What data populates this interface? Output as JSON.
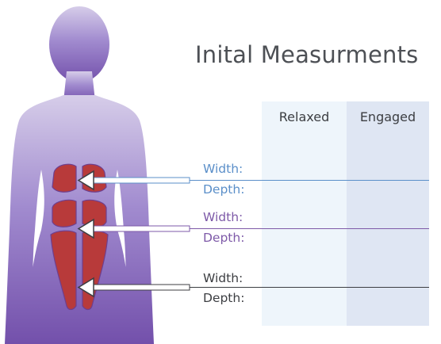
{
  "title": "Inital Measurments",
  "columns": {
    "relaxed": "Relaxed",
    "engaged": "Engaged"
  },
  "rows": [
    {
      "width_label": "Width:",
      "depth_label": "Depth:",
      "color": "#5b8fc9"
    },
    {
      "width_label": "Width:",
      "depth_label": "Depth:",
      "color": "#7e5aa8"
    },
    {
      "width_label": "Width:",
      "depth_label": "Depth:",
      "color": "#3c3e42"
    }
  ],
  "colors": {
    "body_top": "#c9bde3",
    "body_bottom": "#7b58b0",
    "muscle": "#b83a3a",
    "table_relaxed": "#eef5fb",
    "table_engaged": "#dfe6f3"
  }
}
